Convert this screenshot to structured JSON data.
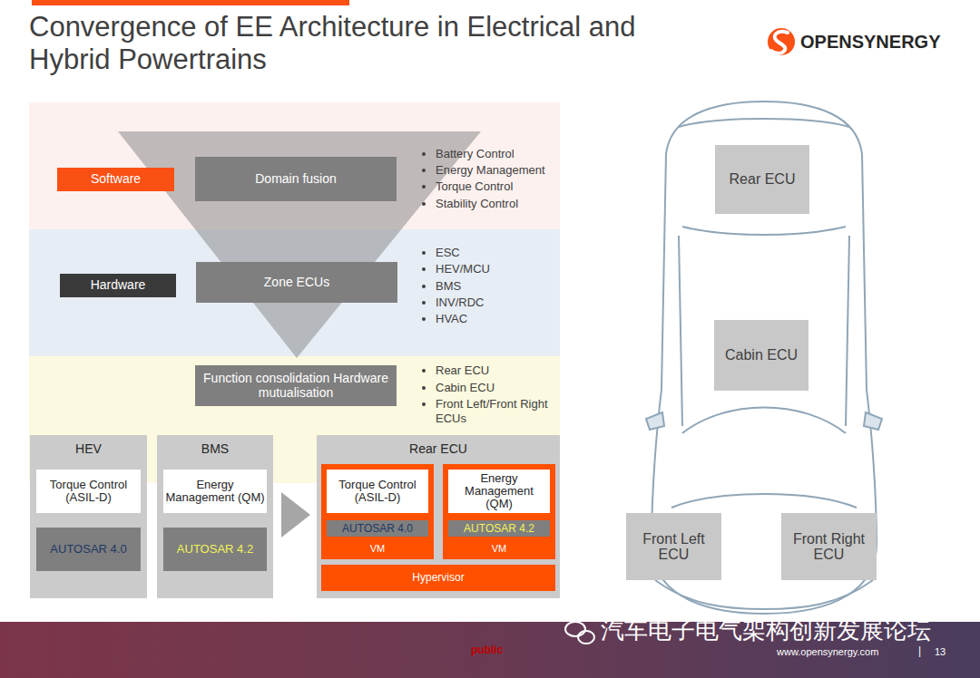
{
  "diagram": {
    "title": "Convergence of EE Architecture in Electrical and Hybrid Powertrains",
    "nodes": [
      {
        "text": [
          "Software"
        ]
      },
      {
        "text": [
          "Domain fusion"
        ]
      },
      {
        "text": [
          "Hardware"
        ]
      },
      {
        "text": [
          "Zone ECUs"
        ]
      },
      {
        "text": [
          "Function consolidation Hardware mutualisation"
        ]
      },
      {
        "text": [
          "HEV"
        ]
      },
      {
        "text": [
          "Torque Control (ASIL-D)"
        ],
        "in": 5
      },
      {
        "text": [
          "AUTOSAR 4.0"
        ],
        "in": 5
      },
      {
        "text": [
          "BMS"
        ]
      },
      {
        "text": [
          "Energy Management (QM)"
        ],
        "in": 8
      },
      {
        "text": [
          "AUTOSAR 4.2"
        ],
        "in": 8
      },
      {
        "text": [
          "Rear ECU"
        ]
      },
      {
        "text": [
          "VM"
        ],
        "in": 11
      },
      {
        "text": [
          "Torque Control (ASIL-D)"
        ],
        "in": 12
      },
      {
        "text": [
          "AUTOSAR 4.0"
        ],
        "in": 12
      },
      {
        "text": [
          "VM"
        ],
        "in": 11
      },
      {
        "text": [
          "Energy Management (QM)"
        ],
        "in": 15
      },
      {
        "text": [
          "AUTOSAR 4.2"
        ],
        "in": 15
      },
      {
        "text": [
          "Hypervisor"
        ],
        "in": 11
      },
      {
        "text": [
          "Rear ECU"
        ]
      },
      {
        "text": [
          "Cabin ECU"
        ]
      },
      {
        "text": [
          "Front Left ECU"
        ]
      },
      {
        "text": [
          "Front Right ECU"
        ]
      }
    ],
    "labels": [
      "Battery Control",
      "Energy Management",
      "Torque Control",
      "Stability Control",
      "ESC",
      "HEV/MCU",
      "BMS",
      "INV/RDC",
      "HVAC",
      "Rear ECU",
      "Cabin ECU",
      "Front Left/Front Right ECUs",
      "OPENSYNERGY",
      "public",
      "汽车电子电气架构创新发展论坛",
      "www.opensynergy.com",
      "|",
      "13"
    ]
  }
}
